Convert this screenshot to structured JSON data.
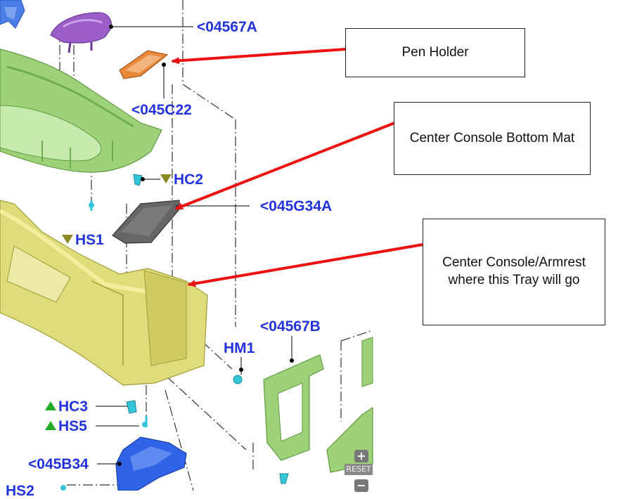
{
  "labels": {
    "p04567A": "<04567A",
    "p045C22": "<045C22",
    "hc2": "HC2",
    "p045G34A": "<045G34A",
    "hs1": "HS1",
    "hm1": "HM1",
    "p04567B": "<04567B",
    "hc3": "HC3",
    "hs5": "HS5",
    "p045B34": "<045B34",
    "hs2": "HS2"
  },
  "callouts": {
    "pen_holder": "Pen Holder",
    "bottom_mat": "Center Console Bottom Mat",
    "armrest_line1": "Center Console/Armrest",
    "armrest_line2": "where this Tray will go"
  },
  "viewer": {
    "zoom_in": "+",
    "reset": "RESET",
    "zoom_out": "−"
  },
  "colors": {
    "part_code": "#2233dd",
    "arrow": "#ee1111",
    "part_purple": "#9b5ec9",
    "part_orange": "#e8893a",
    "part_green": "#9ed27a",
    "part_yellow": "#e0dc7a",
    "part_gray": "#666666",
    "part_blue": "#2f63e8",
    "fastener_cyan": "#33c6d9"
  },
  "icons": [
    "triangle-down-icon",
    "triangle-up-icon",
    "zoom-in-icon",
    "zoom-out-icon"
  ]
}
